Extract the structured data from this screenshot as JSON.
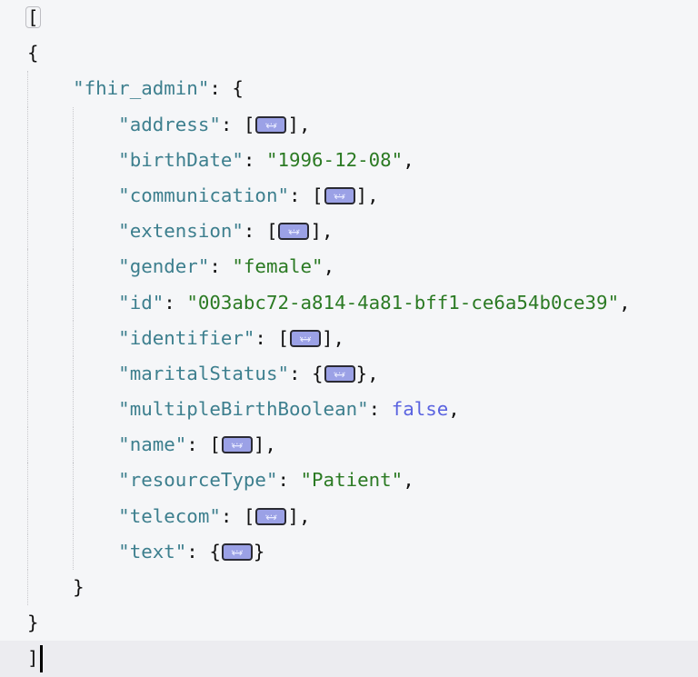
{
  "editor": {
    "colors": {
      "key": "#3d7f8e",
      "string": "#2b7a23",
      "boolean": "#5a63e0",
      "fold_widget": "#9ba1e6",
      "background": "#f5f6f8",
      "active_line": "#ececf0"
    },
    "lines": [
      {
        "indent": 0,
        "text": "["
      },
      {
        "indent": 0,
        "text": "{"
      },
      {
        "indent": 1,
        "key": "\"fhir_admin\"",
        "open": "{"
      },
      {
        "indent": 2,
        "key": "\"address\"",
        "fold": "array",
        "comma": ","
      },
      {
        "indent": 2,
        "key": "\"birthDate\"",
        "str": "\"1996-12-08\"",
        "comma": ","
      },
      {
        "indent": 2,
        "key": "\"communication\"",
        "fold": "array",
        "comma": ","
      },
      {
        "indent": 2,
        "key": "\"extension\"",
        "fold": "array",
        "comma": ","
      },
      {
        "indent": 2,
        "key": "\"gender\"",
        "str": "\"female\"",
        "comma": ","
      },
      {
        "indent": 2,
        "key": "\"id\"",
        "str": "\"003abc72-a814-4a81-bff1-ce6a54b0ce39\"",
        "comma": ","
      },
      {
        "indent": 2,
        "key": "\"identifier\"",
        "fold": "array",
        "comma": ","
      },
      {
        "indent": 2,
        "key": "\"maritalStatus\"",
        "fold": "object",
        "comma": ","
      },
      {
        "indent": 2,
        "key": "\"multipleBirthBoolean\"",
        "bool": "false",
        "comma": ","
      },
      {
        "indent": 2,
        "key": "\"name\"",
        "fold": "array",
        "comma": ","
      },
      {
        "indent": 2,
        "key": "\"resourceType\"",
        "str": "\"Patient\"",
        "comma": ","
      },
      {
        "indent": 2,
        "key": "\"telecom\"",
        "fold": "array",
        "comma": ","
      },
      {
        "indent": 2,
        "key": "\"text\"",
        "fold": "object",
        "comma": ""
      },
      {
        "indent": 1,
        "text": "}"
      },
      {
        "indent": 0,
        "text": "}"
      },
      {
        "indent": 0,
        "text": "]",
        "active": true
      }
    ]
  }
}
